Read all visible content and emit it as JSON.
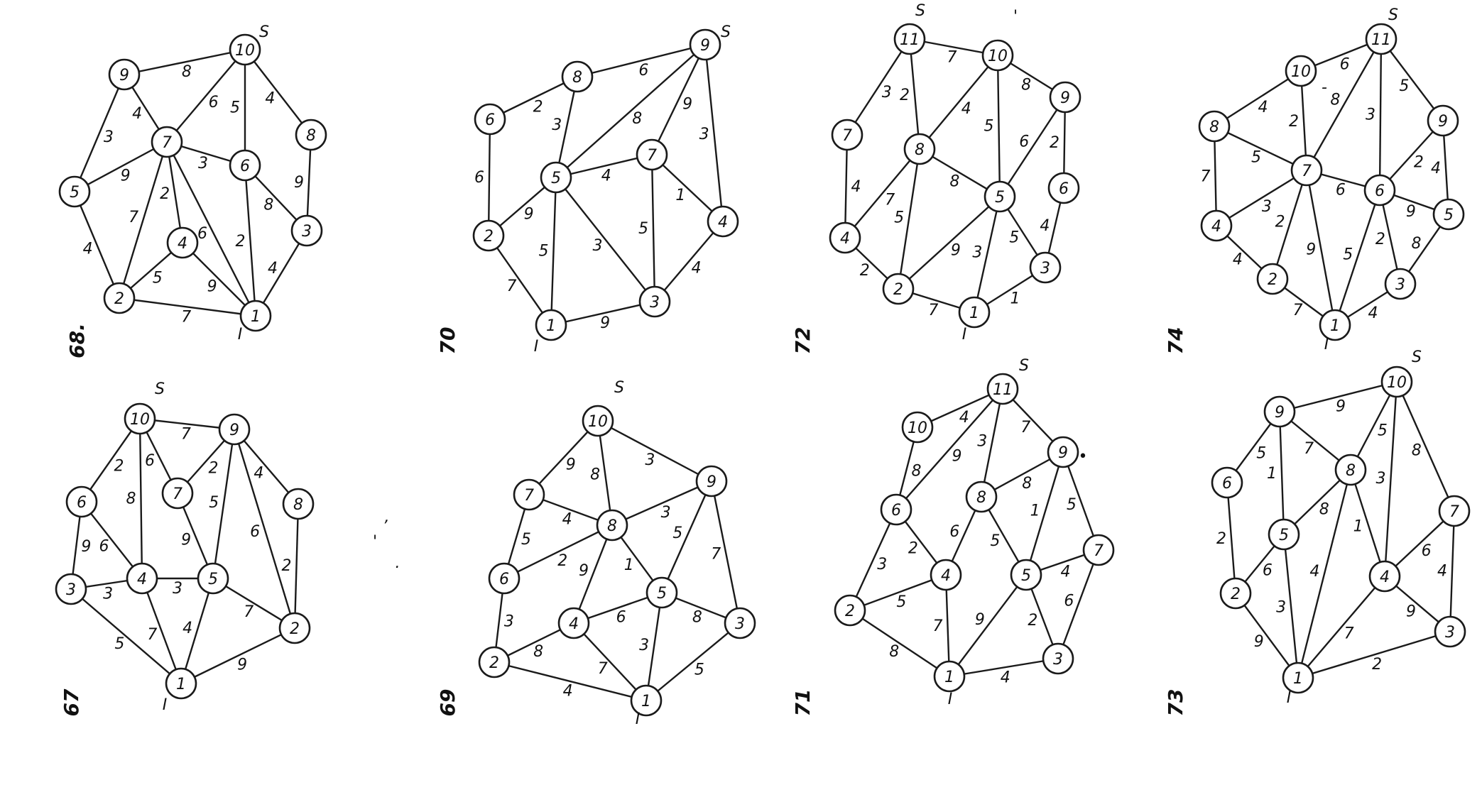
{
  "colors": {
    "ink": "#1a1a1a",
    "background": "#ffffff"
  },
  "figures": [
    {
      "id": "fig-68",
      "label": "68.",
      "nodes": [
        {
          "id": "10",
          "tag": "S"
        },
        {
          "id": "9"
        },
        {
          "id": "8"
        },
        {
          "id": "7"
        },
        {
          "id": "6"
        },
        {
          "id": "5"
        },
        {
          "id": "4"
        },
        {
          "id": "3"
        },
        {
          "id": "2"
        },
        {
          "id": "1",
          "tag": "I"
        }
      ],
      "edges": [
        {
          "a": "9",
          "b": "10",
          "w": "8"
        },
        {
          "a": "5",
          "b": "9",
          "w": "3"
        },
        {
          "a": "9",
          "b": "7",
          "w": "4"
        },
        {
          "a": "7",
          "b": "10",
          "w": "6"
        },
        {
          "a": "10",
          "b": "6",
          "w": "5"
        },
        {
          "a": "10",
          "b": "8",
          "w": "4"
        },
        {
          "a": "7",
          "b": "6",
          "w": "3"
        },
        {
          "a": "5",
          "b": "7",
          "w": "9"
        },
        {
          "a": "7",
          "b": "2",
          "w": "7"
        },
        {
          "a": "7",
          "b": "4",
          "w": "2"
        },
        {
          "a": "7",
          "b": "1",
          "w": "6"
        },
        {
          "a": "6",
          "b": "3",
          "w": "8"
        },
        {
          "a": "8",
          "b": "3",
          "w": "9"
        },
        {
          "a": "6",
          "b": "1",
          "w": "2"
        },
        {
          "a": "3",
          "b": "1",
          "w": "4"
        },
        {
          "a": "5",
          "b": "2",
          "w": "4"
        },
        {
          "a": "2",
          "b": "4",
          "w": "5"
        },
        {
          "a": "4",
          "b": "1",
          "w": "9"
        },
        {
          "a": "2",
          "b": "1",
          "w": "7"
        }
      ]
    },
    {
      "id": "fig-67",
      "label": "67",
      "nodes": [
        {
          "id": "10",
          "tag": "S"
        },
        {
          "id": "9"
        },
        {
          "id": "8"
        },
        {
          "id": "7"
        },
        {
          "id": "6"
        },
        {
          "id": "5"
        },
        {
          "id": "4"
        },
        {
          "id": "3"
        },
        {
          "id": "2"
        },
        {
          "id": "1",
          "tag": "I"
        }
      ],
      "edges": [
        {
          "a": "6",
          "b": "10",
          "w": "2"
        },
        {
          "a": "10",
          "b": "9",
          "w": "7"
        },
        {
          "a": "10",
          "b": "4",
          "w": "8"
        },
        {
          "a": "10",
          "b": "7",
          "w": "6"
        },
        {
          "a": "7",
          "b": "9",
          "w": "2"
        },
        {
          "a": "9",
          "b": "8",
          "w": "4"
        },
        {
          "a": "9",
          "b": "5",
          "w": "5"
        },
        {
          "a": "9",
          "b": "2",
          "w": "6"
        },
        {
          "a": "8",
          "b": "2",
          "w": "2"
        },
        {
          "a": "7",
          "b": "5",
          "w": "9"
        },
        {
          "a": "3",
          "b": "6",
          "w": "9"
        },
        {
          "a": "6",
          "b": "4",
          "w": "6"
        },
        {
          "a": "3",
          "b": "4",
          "w": "3"
        },
        {
          "a": "4",
          "b": "5",
          "w": "3"
        },
        {
          "a": "3",
          "b": "1",
          "w": "5"
        },
        {
          "a": "4",
          "b": "1",
          "w": "7"
        },
        {
          "a": "5",
          "b": "1",
          "w": "4"
        },
        {
          "a": "5",
          "b": "2",
          "w": "7"
        },
        {
          "a": "1",
          "b": "2",
          "w": "9"
        }
      ]
    },
    {
      "id": "fig-70",
      "label": "70",
      "nodes": [
        {
          "id": "9",
          "tag": "S"
        },
        {
          "id": "8"
        },
        {
          "id": "7"
        },
        {
          "id": "6"
        },
        {
          "id": "5"
        },
        {
          "id": "4"
        },
        {
          "id": "3"
        },
        {
          "id": "2"
        },
        {
          "id": "1",
          "tag": "I"
        }
      ],
      "edges": [
        {
          "a": "6",
          "b": "8",
          "w": "2"
        },
        {
          "a": "8",
          "b": "9",
          "w": "6"
        },
        {
          "a": "8",
          "b": "5",
          "w": "3"
        },
        {
          "a": "5",
          "b": "9",
          "w": "8"
        },
        {
          "a": "7",
          "b": "9",
          "w": "9"
        },
        {
          "a": "9",
          "b": "4",
          "w": "3"
        },
        {
          "a": "6",
          "b": "2",
          "w": "6"
        },
        {
          "a": "2",
          "b": "5",
          "w": "9"
        },
        {
          "a": "5",
          "b": "7",
          "w": "4"
        },
        {
          "a": "7",
          "b": "4",
          "w": "1"
        },
        {
          "a": "5",
          "b": "1",
          "w": "5"
        },
        {
          "a": "5",
          "b": "3",
          "w": "3"
        },
        {
          "a": "7",
          "b": "3",
          "w": "5"
        },
        {
          "a": "2",
          "b": "1",
          "w": "7"
        },
        {
          "a": "3",
          "b": "4",
          "w": "4"
        },
        {
          "a": "1",
          "b": "3",
          "w": "9"
        }
      ]
    },
    {
      "id": "fig-69",
      "label": "69",
      "nodes": [
        {
          "id": "10",
          "tag": "S"
        },
        {
          "id": "9"
        },
        {
          "id": "8"
        },
        {
          "id": "7"
        },
        {
          "id": "6"
        },
        {
          "id": "5"
        },
        {
          "id": "4"
        },
        {
          "id": "3"
        },
        {
          "id": "2"
        },
        {
          "id": "1",
          "tag": "I"
        }
      ],
      "edges": [
        {
          "a": "7",
          "b": "10",
          "w": "9"
        },
        {
          "a": "10",
          "b": "9",
          "w": "3"
        },
        {
          "a": "10",
          "b": "8",
          "w": "8"
        },
        {
          "a": "7",
          "b": "8",
          "w": "4"
        },
        {
          "a": "6",
          "b": "7",
          "w": "5"
        },
        {
          "a": "6",
          "b": "8",
          "w": "2"
        },
        {
          "a": "8",
          "b": "9",
          "w": "3"
        },
        {
          "a": "8",
          "b": "4",
          "w": "9"
        },
        {
          "a": "8",
          "b": "5",
          "w": "1"
        },
        {
          "a": "9",
          "b": "5",
          "w": "5"
        },
        {
          "a": "9",
          "b": "3",
          "w": "7"
        },
        {
          "a": "2",
          "b": "6",
          "w": "3"
        },
        {
          "a": "2",
          "b": "4",
          "w": "8"
        },
        {
          "a": "4",
          "b": "5",
          "w": "6"
        },
        {
          "a": "5",
          "b": "3",
          "w": "8"
        },
        {
          "a": "4",
          "b": "1",
          "w": "7"
        },
        {
          "a": "5",
          "b": "1",
          "w": "3"
        },
        {
          "a": "2",
          "b": "1",
          "w": "4"
        },
        {
          "a": "1",
          "b": "3",
          "w": "5"
        }
      ]
    },
    {
      "id": "fig-72",
      "label": "72",
      "nodes": [
        {
          "id": "11",
          "tag": "S"
        },
        {
          "id": "10"
        },
        {
          "id": "9"
        },
        {
          "id": "8"
        },
        {
          "id": "7"
        },
        {
          "id": "6"
        },
        {
          "id": "5"
        },
        {
          "id": "4"
        },
        {
          "id": "3"
        },
        {
          "id": "2"
        },
        {
          "id": "1",
          "tag": "I"
        }
      ],
      "edges": [
        {
          "a": "7",
          "b": "11",
          "w": "3"
        },
        {
          "a": "11",
          "b": "10",
          "w": "7"
        },
        {
          "a": "11",
          "b": "8",
          "w": "2"
        },
        {
          "a": "8",
          "b": "10",
          "w": "4"
        },
        {
          "a": "10",
          "b": "9",
          "w": "8"
        },
        {
          "a": "10",
          "b": "5",
          "w": "5"
        },
        {
          "a": "9",
          "b": "5",
          "w": "6"
        },
        {
          "a": "9",
          "b": "6",
          "w": "2"
        },
        {
          "a": "4",
          "b": "7",
          "w": "4"
        },
        {
          "a": "4",
          "b": "8",
          "w": "7"
        },
        {
          "a": "8",
          "b": "5",
          "w": "8"
        },
        {
          "a": "8",
          "b": "2",
          "w": "5"
        },
        {
          "a": "2",
          "b": "5",
          "w": "9"
        },
        {
          "a": "5",
          "b": "1",
          "w": "3"
        },
        {
          "a": "5",
          "b": "3",
          "w": "5"
        },
        {
          "a": "6",
          "b": "3",
          "w": "4"
        },
        {
          "a": "4",
          "b": "2",
          "w": "2"
        },
        {
          "a": "2",
          "b": "1",
          "w": "7"
        },
        {
          "a": "1",
          "b": "3",
          "w": "1"
        }
      ],
      "marks": [
        "'"
      ]
    },
    {
      "id": "fig-71",
      "label": "71",
      "nodes": [
        {
          "id": "11",
          "tag": "S"
        },
        {
          "id": "10"
        },
        {
          "id": "9"
        },
        {
          "id": "8"
        },
        {
          "id": "7"
        },
        {
          "id": "6"
        },
        {
          "id": "5"
        },
        {
          "id": "4"
        },
        {
          "id": "3"
        },
        {
          "id": "2"
        },
        {
          "id": "1",
          "tag": "I"
        }
      ],
      "edges": [
        {
          "a": "10",
          "b": "11",
          "w": "4"
        },
        {
          "a": "6",
          "b": "10",
          "w": "8"
        },
        {
          "a": "11",
          "b": "9",
          "w": "7"
        },
        {
          "a": "11",
          "b": "8",
          "w": "3"
        },
        {
          "a": "6",
          "b": "11",
          "w": "9"
        },
        {
          "a": "8",
          "b": "9",
          "w": "8"
        },
        {
          "a": "9",
          "b": "5",
          "w": "1"
        },
        {
          "a": "9",
          "b": "7",
          "w": "5"
        },
        {
          "a": "2",
          "b": "6",
          "w": "3"
        },
        {
          "a": "6",
          "b": "4",
          "w": "2"
        },
        {
          "a": "8",
          "b": "4",
          "w": "6"
        },
        {
          "a": "8",
          "b": "5",
          "w": "5"
        },
        {
          "a": "5",
          "b": "7",
          "w": "4"
        },
        {
          "a": "2",
          "b": "4",
          "w": "5"
        },
        {
          "a": "4",
          "b": "1",
          "w": "7"
        },
        {
          "a": "5",
          "b": "1",
          "w": "9"
        },
        {
          "a": "5",
          "b": "3",
          "w": "2"
        },
        {
          "a": "7",
          "b": "3",
          "w": "6"
        },
        {
          "a": "2",
          "b": "1",
          "w": "8"
        },
        {
          "a": "1",
          "b": "3",
          "w": "4"
        }
      ],
      "marks": [
        "•"
      ]
    },
    {
      "id": "fig-74",
      "label": "74",
      "nodes": [
        {
          "id": "11",
          "tag": "S"
        },
        {
          "id": "10"
        },
        {
          "id": "9"
        },
        {
          "id": "8"
        },
        {
          "id": "7"
        },
        {
          "id": "6"
        },
        {
          "id": "5"
        },
        {
          "id": "4"
        },
        {
          "id": "3"
        },
        {
          "id": "2"
        },
        {
          "id": "1",
          "tag": "I"
        }
      ],
      "edges": [
        {
          "a": "10",
          "b": "11",
          "w": "6"
        },
        {
          "a": "8",
          "b": "10",
          "w": "4"
        },
        {
          "a": "10",
          "b": "7",
          "w": "2"
        },
        {
          "a": "11",
          "b": "7",
          "w": "8"
        },
        {
          "a": "11",
          "b": "6",
          "w": "3"
        },
        {
          "a": "11",
          "b": "9",
          "w": "5"
        },
        {
          "a": "8",
          "b": "7",
          "w": "5"
        },
        {
          "a": "8",
          "b": "4",
          "w": "7"
        },
        {
          "a": "6",
          "b": "9",
          "w": "2"
        },
        {
          "a": "9",
          "b": "5",
          "w": "4"
        },
        {
          "a": "7",
          "b": "6",
          "w": "6"
        },
        {
          "a": "4",
          "b": "7",
          "w": "3"
        },
        {
          "a": "7",
          "b": "2",
          "w": "2"
        },
        {
          "a": "7",
          "b": "1",
          "w": "9"
        },
        {
          "a": "6",
          "b": "1",
          "w": "5"
        },
        {
          "a": "6",
          "b": "3",
          "w": "2"
        },
        {
          "a": "6",
          "b": "5",
          "w": "9"
        },
        {
          "a": "5",
          "b": "3",
          "w": "8"
        },
        {
          "a": "4",
          "b": "2",
          "w": "4"
        },
        {
          "a": "2",
          "b": "1",
          "w": "7"
        },
        {
          "a": "1",
          "b": "3",
          "w": "4"
        }
      ],
      "marks": [
        "-"
      ]
    },
    {
      "id": "fig-73",
      "label": "73",
      "nodes": [
        {
          "id": "10",
          "tag": "S"
        },
        {
          "id": "9"
        },
        {
          "id": "8"
        },
        {
          "id": "7"
        },
        {
          "id": "6"
        },
        {
          "id": "5"
        },
        {
          "id": "4"
        },
        {
          "id": "3"
        },
        {
          "id": "2"
        },
        {
          "id": "1",
          "tag": "I"
        }
      ],
      "edges": [
        {
          "a": "9",
          "b": "10",
          "w": "9"
        },
        {
          "a": "6",
          "b": "9",
          "w": "5"
        },
        {
          "a": "9",
          "b": "5",
          "w": "1"
        },
        {
          "a": "9",
          "b": "8",
          "w": "7"
        },
        {
          "a": "8",
          "b": "10",
          "w": "5"
        },
        {
          "a": "10",
          "b": "4",
          "w": "3"
        },
        {
          "a": "10",
          "b": "7",
          "w": "8"
        },
        {
          "a": "5",
          "b": "8",
          "w": "8"
        },
        {
          "a": "8",
          "b": "1",
          "w": "4"
        },
        {
          "a": "8",
          "b": "4",
          "w": "1"
        },
        {
          "a": "4",
          "b": "7",
          "w": "6"
        },
        {
          "a": "7",
          "b": "3",
          "w": "4"
        },
        {
          "a": "6",
          "b": "2",
          "w": "2"
        },
        {
          "a": "2",
          "b": "5",
          "w": "6"
        },
        {
          "a": "5",
          "b": "1",
          "w": "3"
        },
        {
          "a": "2",
          "b": "1",
          "w": "9"
        },
        {
          "a": "1",
          "b": "4",
          "w": "7"
        },
        {
          "a": "4",
          "b": "3",
          "w": "9"
        },
        {
          "a": "1",
          "b": "3",
          "w": "2"
        }
      ]
    }
  ],
  "stray_marks": [
    ",",
    "'",
    "."
  ]
}
